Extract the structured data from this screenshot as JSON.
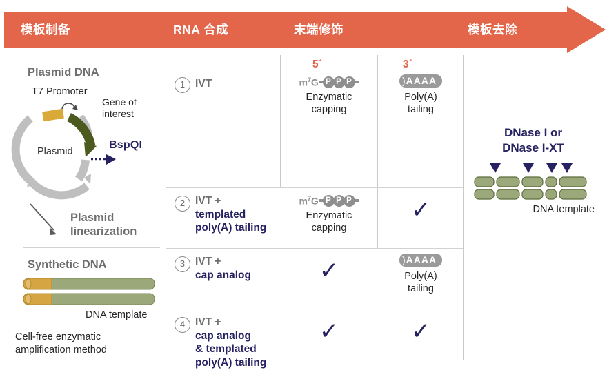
{
  "colors": {
    "orange": "#E3654A",
    "navy": "#262261",
    "gray_text": "#6E6E6E",
    "ring_gray": "#BFBFBF",
    "promoter_gold": "#D9A93A",
    "gene_green": "#4C5A20",
    "dna_green": "#9BA87A",
    "dna_gold": "#D5A544",
    "divider": "#D2D2D2"
  },
  "banner": {
    "steps": [
      {
        "label": "模板制备"
      },
      {
        "label": "RNA 合成"
      },
      {
        "label": "末端修饰"
      },
      {
        "label": "模板去除"
      }
    ]
  },
  "left_panel": {
    "plasmid_title": "Plasmid DNA",
    "t7_promoter_label": "T7 Promoter",
    "gene_of_interest_label": "Gene of\ninterest",
    "plasmid_word": "Plasmid",
    "bspqi_label": "BspQI",
    "linearization_label": "Plasmid\nlinearization",
    "synthetic_title": "Synthetic DNA",
    "dna_template_label": "DNA template",
    "method_note": "Cell-free enzymatic\namplification method"
  },
  "table": {
    "col_headers": {
      "five_prime": "5´",
      "three_prime": "3´"
    },
    "rows": [
      {
        "number": "1",
        "lead": "IVT",
        "detail": "",
        "five": {
          "type": "cap",
          "glyph_text": "m7G",
          "p_count": 3,
          "caption": "Enzymatic\ncapping"
        },
        "three": {
          "type": "tail",
          "glyph_text": "AAAA",
          "caption": "Poly(A)\ntailing"
        }
      },
      {
        "number": "2",
        "lead": "IVT +",
        "detail": "templated\npoly(A) tailing",
        "five": {
          "type": "cap",
          "glyph_text": "m7G",
          "p_count": 3,
          "caption": "Enzymatic\ncapping"
        },
        "three": {
          "type": "check",
          "glyph_text": "✓",
          "caption": ""
        }
      },
      {
        "number": "3",
        "lead": "IVT +",
        "detail": "cap analog",
        "five": {
          "type": "check",
          "glyph_text": "✓",
          "caption": ""
        },
        "three": {
          "type": "tail",
          "glyph_text": "AAAA",
          "caption": "Poly(A)\ntailing"
        }
      },
      {
        "number": "4",
        "lead": "IVT +",
        "detail": "cap analog\n& templated\npoly(A) tailing",
        "five": {
          "type": "check",
          "glyph_text": "✓",
          "caption": ""
        },
        "three": {
          "type": "check",
          "glyph_text": "✓",
          "caption": ""
        }
      }
    ]
  },
  "right_panel": {
    "title": "DNase I or\nDNase I-XT",
    "dna_template_label": "DNA template",
    "cut_site_count": 4,
    "fragment_widths": [
      28,
      33,
      30,
      16,
      39
    ]
  }
}
